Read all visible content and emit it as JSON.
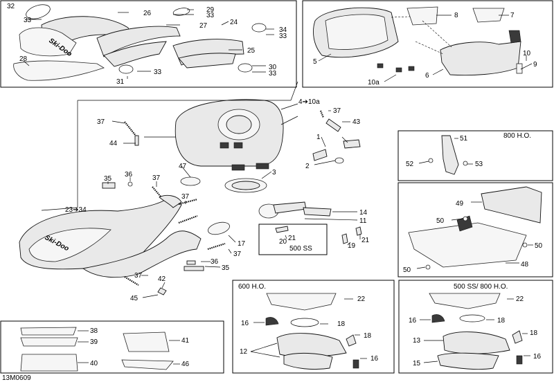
{
  "figure_code": "13M0609",
  "variants": {
    "ho800": "800 H.O.",
    "ho600": "600 H.O.",
    "ss500": "500 SS",
    "ss500_ho800": "500 SS/ 800 H.O."
  },
  "callouts": {
    "1": "1",
    "2": "2",
    "3": "3",
    "5": "5",
    "6": "6",
    "7": "7",
    "8": "8",
    "9": "9",
    "10": "10",
    "10a": "10a",
    "4_10a": "4➔10a",
    "11": "11",
    "12": "12",
    "13": "13",
    "14": "14",
    "15": "15",
    "16": "16",
    "17": "17",
    "18": "18",
    "19": "19",
    "20": "20",
    "21": "21",
    "22": "22",
    "23_34": "23➔34",
    "24": "24",
    "25": "25",
    "26": "26",
    "27": "27",
    "28": "28",
    "29": "29",
    "30": "30",
    "31": "31",
    "32": "32",
    "33": "33",
    "34": "34",
    "35": "35",
    "36": "36",
    "37": "37",
    "38": "38",
    "39": "39",
    "40": "40",
    "41": "41",
    "42": "42",
    "43": "43",
    "44": "44",
    "45": "45",
    "46": "46",
    "47": "47",
    "48": "48",
    "49": "49",
    "50": "50",
    "51": "51",
    "52": "52",
    "53": "53"
  }
}
